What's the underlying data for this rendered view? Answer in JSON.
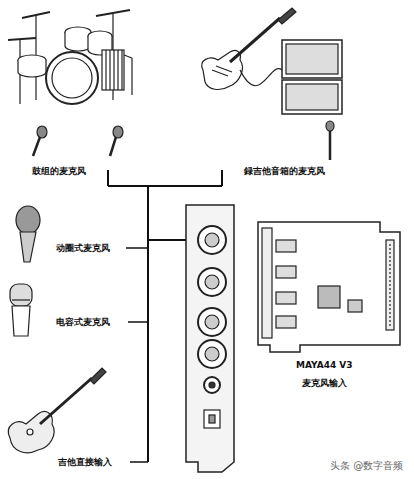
{
  "diagram": {
    "labels": [
      "鼓组的麦克风",
      "録吉他音箱的麦克风",
      "动圈式麦克风",
      "电容式麦克风",
      "吉他直接输入",
      "MAYA44 V3",
      "麦克风输入",
      "头条 @数字音频"
    ]
  }
}
